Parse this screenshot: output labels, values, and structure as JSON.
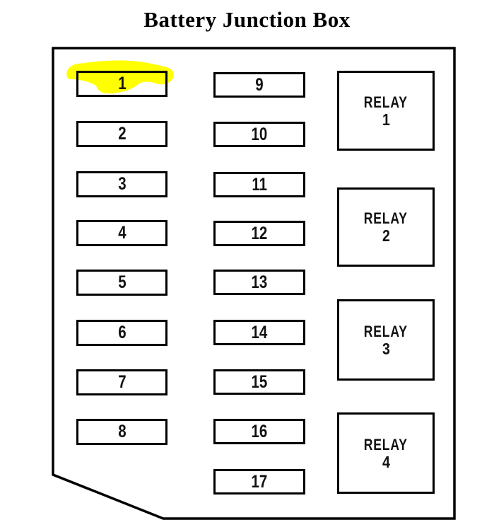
{
  "page": {
    "title": "Battery Junction Box"
  },
  "diagram": {
    "line_color": "#000000",
    "background_color": "#ffffff",
    "highlight_color": "#ffff00",
    "highlighted_fuse": "1",
    "fuse_columns": [
      {
        "fuses": [
          "1",
          "2",
          "3",
          "4",
          "5",
          "6",
          "7",
          "8"
        ]
      },
      {
        "fuses": [
          "9",
          "10",
          "11",
          "12",
          "13",
          "14",
          "15",
          "16",
          "17"
        ]
      }
    ],
    "relays": [
      {
        "label": "RELAY",
        "number": "1"
      },
      {
        "label": "RELAY",
        "number": "2"
      },
      {
        "label": "RELAY",
        "number": "3"
      },
      {
        "label": "RELAY",
        "number": "4"
      }
    ]
  }
}
